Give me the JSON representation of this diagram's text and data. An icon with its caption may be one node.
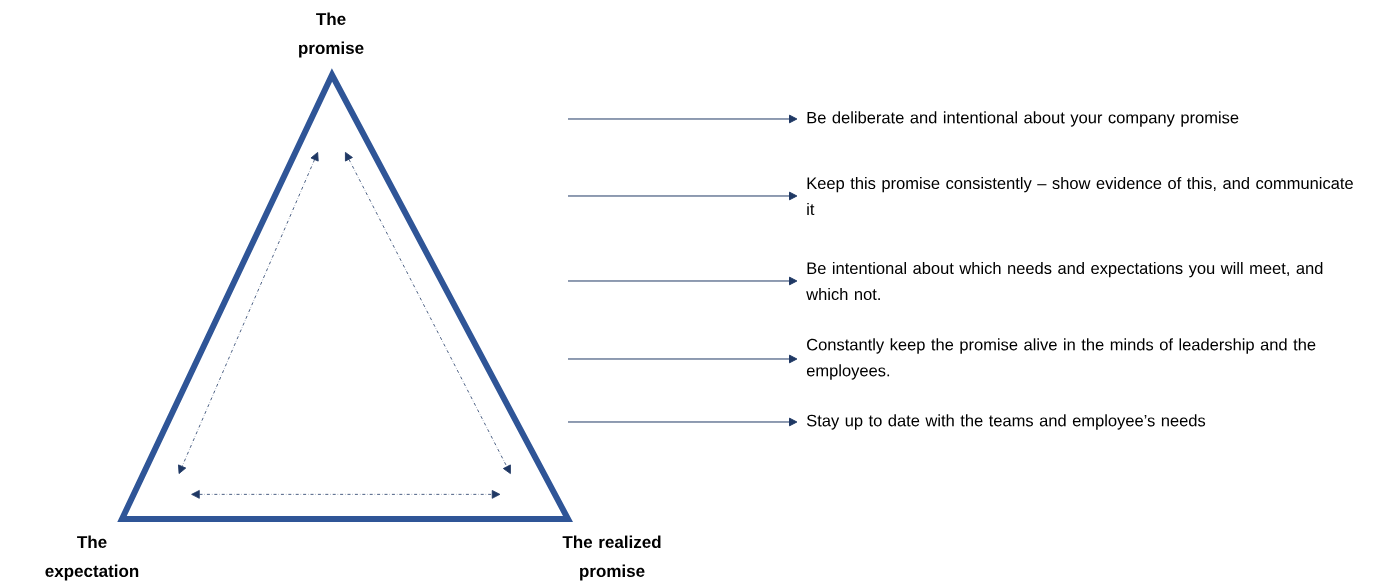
{
  "diagram": {
    "nodes": [
      {
        "text": [
          "The promise"
        ]
      },
      {
        "text": [
          "The expectation"
        ]
      },
      {
        "text": [
          "The realized promise"
        ]
      },
      {
        "text": [
          "Be deliberate and intentional about your company promise"
        ]
      },
      {
        "text": [
          "Keep this promise consistently – show evidence of this, and communicate it"
        ]
      },
      {
        "text": [
          "Be intentional about which needs and expectations you will meet, and which not."
        ]
      },
      {
        "text": [
          "Constantly keep the promise alive in the minds of leadership and the employees."
        ]
      },
      {
        "text": [
          "Stay up to date with the teams and employee’s needs"
        ]
      }
    ],
    "edges": [
      {
        "from": 0,
        "to": 1,
        "arrow": "both",
        "style": "dashed"
      },
      {
        "from": 0,
        "to": 2,
        "arrow": "both",
        "style": "dashed"
      },
      {
        "from": 1,
        "to": 2,
        "arrow": "both",
        "style": "dashed"
      },
      {
        "from": null,
        "to": 3,
        "arrow": "to"
      },
      {
        "from": null,
        "to": 4,
        "arrow": "to"
      },
      {
        "from": null,
        "to": 5,
        "arrow": "to"
      },
      {
        "from": null,
        "to": 6,
        "arrow": "to"
      },
      {
        "from": null,
        "to": 7,
        "arrow": "to"
      }
    ]
  }
}
